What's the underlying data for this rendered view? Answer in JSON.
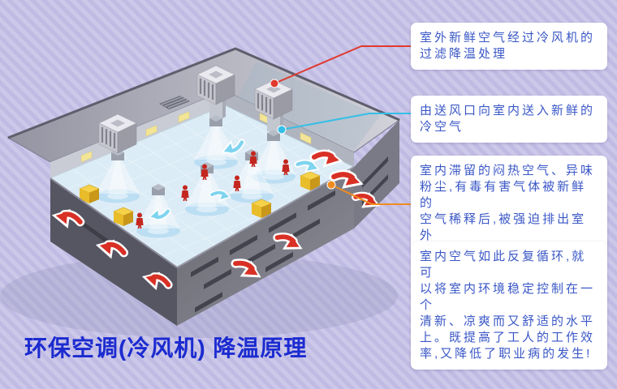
{
  "page": {
    "title": "环保空调(冷风机) 降温原理"
  },
  "colors": {
    "background_light": "#ccc8ea",
    "background_dark": "#c0bbe3",
    "title_blue": "#1b2bd0",
    "callout_text_blue": "#3a57c6",
    "exhaust_arrow_red": "#d93025",
    "supply_arrow_cyan": "#7fd4ef",
    "floor_blue": "#dcecf6",
    "machine_yellow": "#f6d14a",
    "worker_red": "#c4271f"
  },
  "callouts": [
    {
      "text": "室外新鲜空气经过冷风机的\n过滤降温处理",
      "connector_color": "#e03a2f"
    },
    {
      "text": "由送风口向室内送入新鲜的\n冷空气",
      "connector_color": "#35bfe6"
    },
    {
      "text": "室内滞留的闷热空气、异味\n粉尘,有毒有害气体被新鲜的\n空气稀释后,被强迫排出室外",
      "connector_color": "#f08c1e"
    },
    {
      "text": "室内空气如此反复循环,就可\n以将室内环境稳定控制在一个\n清新、凉爽而又舒适的水平\n上。既提高了工人的工作效\n率,又降低了职业病的发生!",
      "connector_color": null
    }
  ]
}
